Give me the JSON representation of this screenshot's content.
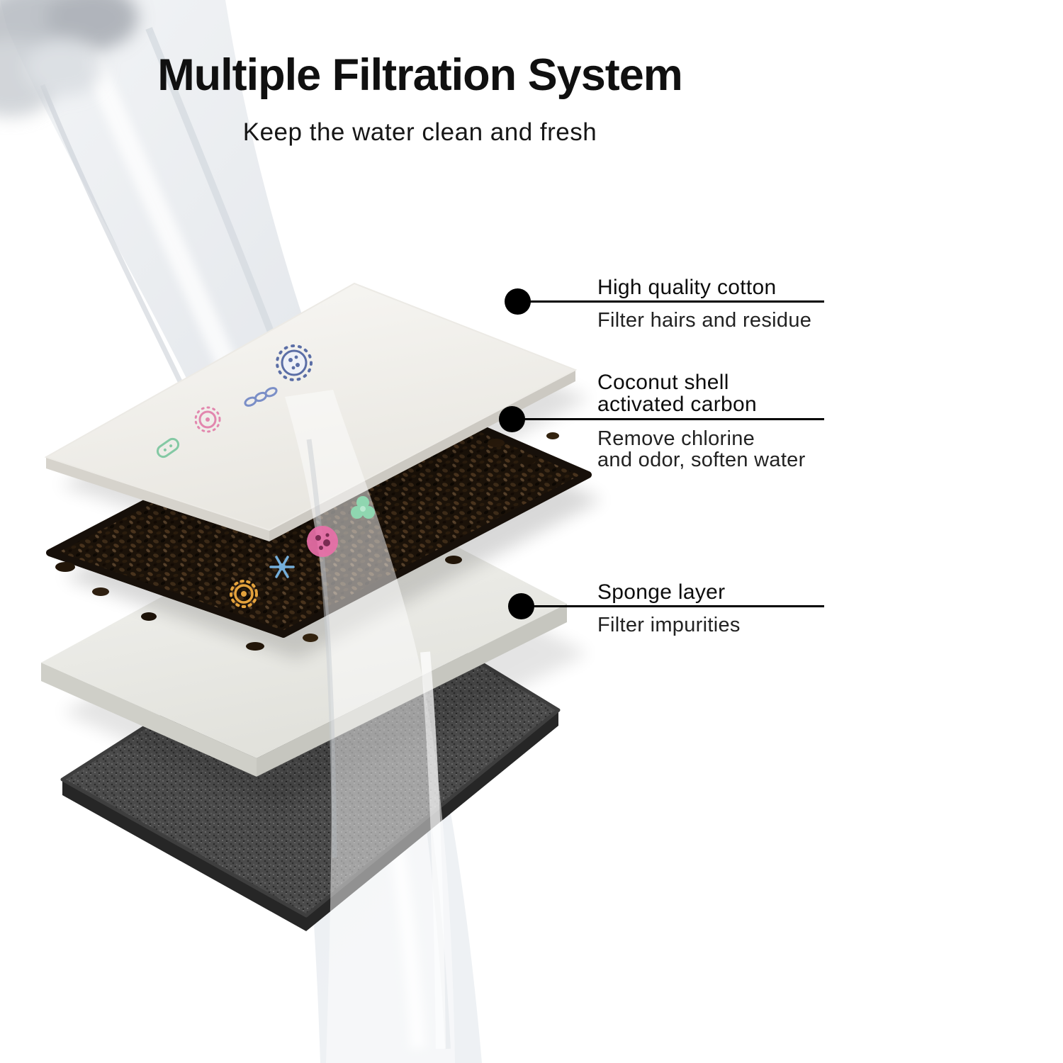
{
  "header": {
    "title": "Multiple Filtration System",
    "subtitle": "Keep the water clean and fresh"
  },
  "callouts": [
    {
      "label_lines": [
        "High quality cotton"
      ],
      "desc_lines": [
        "Filter hairs and residue"
      ]
    },
    {
      "label_lines": [
        "Coconut shell",
        "activated carbon"
      ],
      "desc_lines": [
        "Remove chlorine",
        "and odor, soften water"
      ]
    },
    {
      "label_lines": [
        "Sponge layer"
      ],
      "desc_lines": [
        "Filter impurities"
      ]
    }
  ],
  "diagram": {
    "germ_icons": [
      "virus-icon",
      "germ-chain-icon",
      "virus-pink-icon",
      "bacteria-capsule-icon",
      "clover-germ-icon",
      "microbe-pink-icon",
      "snowflake-germ-icon",
      "sun-germ-icon"
    ]
  },
  "colors": {
    "background": "#ffffff",
    "heading_text": "#101010",
    "body_text": "#222222",
    "callout_line": "#000000",
    "callout_dot": "#000000",
    "carbon_layer": "#1b1209",
    "sponge_dark": "#4b4b4b",
    "water_tint": "#e7eaee"
  }
}
